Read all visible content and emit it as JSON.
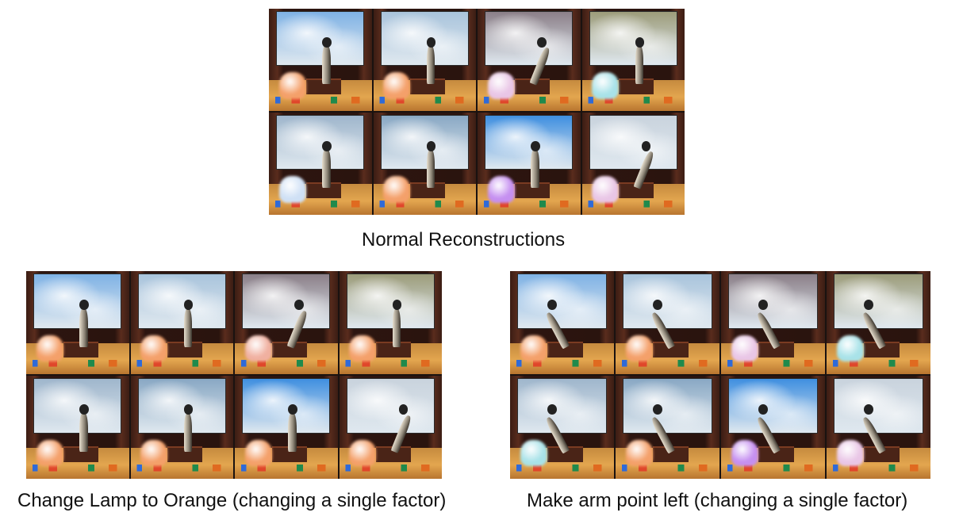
{
  "captions": {
    "normal": "Normal Reconstructions",
    "lamp": "Change Lamp to Orange (changing a single factor)",
    "arm": "Make arm point left (changing a single factor)"
  },
  "grids": {
    "normal": [
      {
        "sky": "#7fb2e5",
        "lamp": "#f4a06a",
        "arm": "up"
      },
      {
        "sky": "#a9c4dc",
        "lamp": "#f4a06a",
        "arm": "up"
      },
      {
        "sky": "#8b7f88",
        "lamp": "#e9c6e6",
        "arm": "right"
      },
      {
        "sky": "#9c9c7a",
        "lamp": "#a8e2e8",
        "arm": "up"
      },
      {
        "sky": "#9fb6cc",
        "lamp": "#cfe0f5",
        "arm": "up"
      },
      {
        "sky": "#89a8c4",
        "lamp": "#f4a06a",
        "arm": "up"
      },
      {
        "sky": "#3f8fe0",
        "lamp": "#c58ff0",
        "arm": "up"
      },
      {
        "sky": "#c9d3dd",
        "lamp": "#e9c6e6",
        "arm": "right"
      }
    ],
    "lamp": [
      {
        "sky": "#7fb2e5",
        "lamp": "#f4a06a",
        "arm": "up"
      },
      {
        "sky": "#a9c4dc",
        "lamp": "#f4a06a",
        "arm": "up"
      },
      {
        "sky": "#8b7f88",
        "lamp": "#f0b0a0",
        "arm": "right"
      },
      {
        "sky": "#9c9c7a",
        "lamp": "#f4a06a",
        "arm": "up"
      },
      {
        "sky": "#9fb6cc",
        "lamp": "#f4a06a",
        "arm": "up"
      },
      {
        "sky": "#89a8c4",
        "lamp": "#f4a06a",
        "arm": "up"
      },
      {
        "sky": "#3f8fe0",
        "lamp": "#f4a06a",
        "arm": "up"
      },
      {
        "sky": "#c9d3dd",
        "lamp": "#f4a06a",
        "arm": "right"
      }
    ],
    "arm": [
      {
        "sky": "#7fb2e5",
        "lamp": "#f4a06a",
        "arm": "left"
      },
      {
        "sky": "#a9c4dc",
        "lamp": "#f4a06a",
        "arm": "left"
      },
      {
        "sky": "#8b7f88",
        "lamp": "#e9c6e6",
        "arm": "left"
      },
      {
        "sky": "#9c9c7a",
        "lamp": "#a8e2e8",
        "arm": "left"
      },
      {
        "sky": "#9fb6cc",
        "lamp": "#a8e2e8",
        "arm": "left"
      },
      {
        "sky": "#89a8c4",
        "lamp": "#f4a06a",
        "arm": "left"
      },
      {
        "sky": "#3f8fe0",
        "lamp": "#c58ff0",
        "arm": "left"
      },
      {
        "sky": "#c9d3dd",
        "lamp": "#e9c6e6",
        "arm": "left"
      }
    ]
  }
}
